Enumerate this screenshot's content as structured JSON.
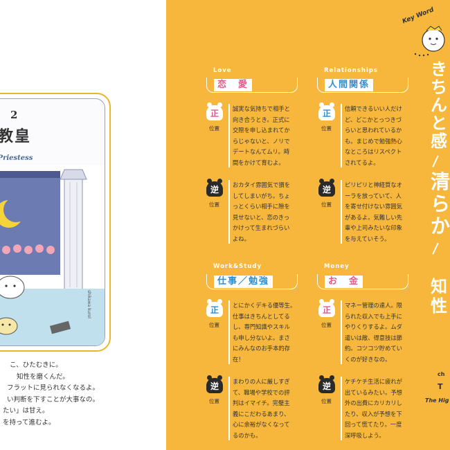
{
  "left": {
    "card": {
      "number": "2",
      "title": "教皇",
      "subtitle": "igh Priestess",
      "side_text": "shikawa kurol"
    },
    "body_lines": [
      "こ、ひたむきに。",
      "知性を磨くんだ。",
      "フラットに見られなくなるよ。",
      "い判断を下すことが大事なの。",
      "たい」は甘え。",
      "を持って進むよ。"
    ]
  },
  "right": {
    "keyword_badge": "Key Word",
    "big_text": [
      "き",
      "ち",
      "ん",
      "と",
      "感",
      "清",
      "ら",
      "か",
      "知",
      "性"
    ],
    "bottom_caption_1": "ch",
    "bottom_caption_2": "T",
    "bottom_caption_3": "The Hig",
    "marks": {
      "pos": "正",
      "neg": "逆",
      "position": "位置"
    },
    "sections": [
      {
        "eng": "Love",
        "title": "恋　愛",
        "upright": [
          "誠実な気持ちで相手と",
          "向き合うとき。正式に",
          "交際を申し込まれてか",
          "らじゃないと、ノリで",
          "デートなんてムリ。時",
          "間をかけて育むよ。"
        ],
        "reversed": [
          "おカタイ雰囲気で損を",
          "してしまいがち。ちょ",
          "っとくらい相手に隙を",
          "見せないと、恋のきっ",
          "かけって生まれづらい",
          "よね。"
        ]
      },
      {
        "eng": "Relationships",
        "title": "人間関係",
        "upright": [
          "信頼できるいい人だけ",
          "ど、どこかとっつきづ",
          "らいと思われているか",
          "も。まじめで勉強熱心",
          "なところはリスペクト",
          "されてるよ。"
        ],
        "reversed": [
          "ピリピリと神経質なオ",
          "ーラを放っていて、人",
          "を寄せ付けない雰囲気",
          "があるよ。気難しい先",
          "輩や上司みたいな印象",
          "を与えていそう。"
        ]
      },
      {
        "eng": "Work&Study",
        "title": "仕事／勉強",
        "upright": [
          "とにかくデキる優等生。",
          "仕事はきちんとしてる",
          "し、専門知識やスキル",
          "も申し分ないよ。まさ",
          "にみんなのお手本的存",
          "在！"
        ],
        "reversed": [
          "まわりの人に厳しすぎ",
          "て、職場や学校での評",
          "判はイマイチ。完璧主",
          "義にこだわるあまり、",
          "心に余裕がなくなって",
          "るのかも。"
        ]
      },
      {
        "eng": "Money",
        "title": "お　金",
        "upright": [
          "マネー管理の達人。限",
          "られた収入でも上手に",
          "やりくりするよ。ムダ",
          "遣いは敵、得意技は節",
          "約。コツコツ貯めてい",
          "くのが好きなの。"
        ],
        "reversed": [
          "ケチケチ生活に疲れが",
          "出ているみたい。予想",
          "外の出費にカリカリし",
          "たり、収入が予想を下",
          "回って慌てたり。一度",
          "深呼吸しよう。"
        ]
      }
    ]
  },
  "colors": {
    "yellow": "#f6b73c",
    "pink": "#e25a88",
    "blue": "#2f8fd0",
    "white": "#ffffff"
  }
}
